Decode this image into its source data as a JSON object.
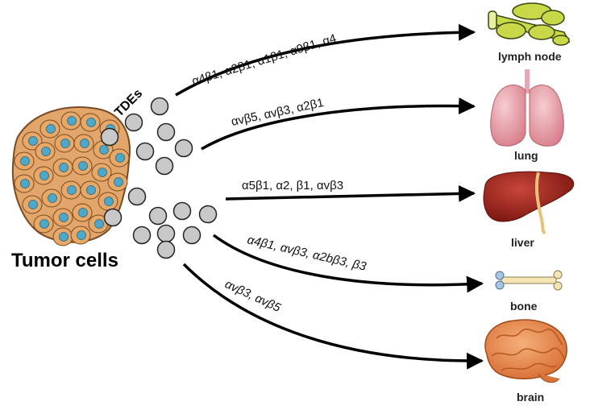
{
  "title": "",
  "source": {
    "label": "Tumor cells"
  },
  "vesicles": {
    "label": "TDEs"
  },
  "pathways": [
    {
      "target": "lymph node",
      "integrins": "α4β1, α2β1, α1β1, α9β1, α4"
    },
    {
      "target": "lung",
      "integrins": "αvβ5, αvβ3, α2β1"
    },
    {
      "target": "liver",
      "integrins": "α5β1, α2, β1, αvβ3"
    },
    {
      "target": "bone",
      "integrins": "α4β1, αvβ3, α2bβ3, β3"
    },
    {
      "target": "brain",
      "integrins": "αvβ3, αvβ5"
    }
  ],
  "colors": {
    "vesicle_fill": "#c8c8c8",
    "cell_fill": "#e8a868",
    "nucleus_fill": "#4fa8c8",
    "arrow": "#000000"
  }
}
